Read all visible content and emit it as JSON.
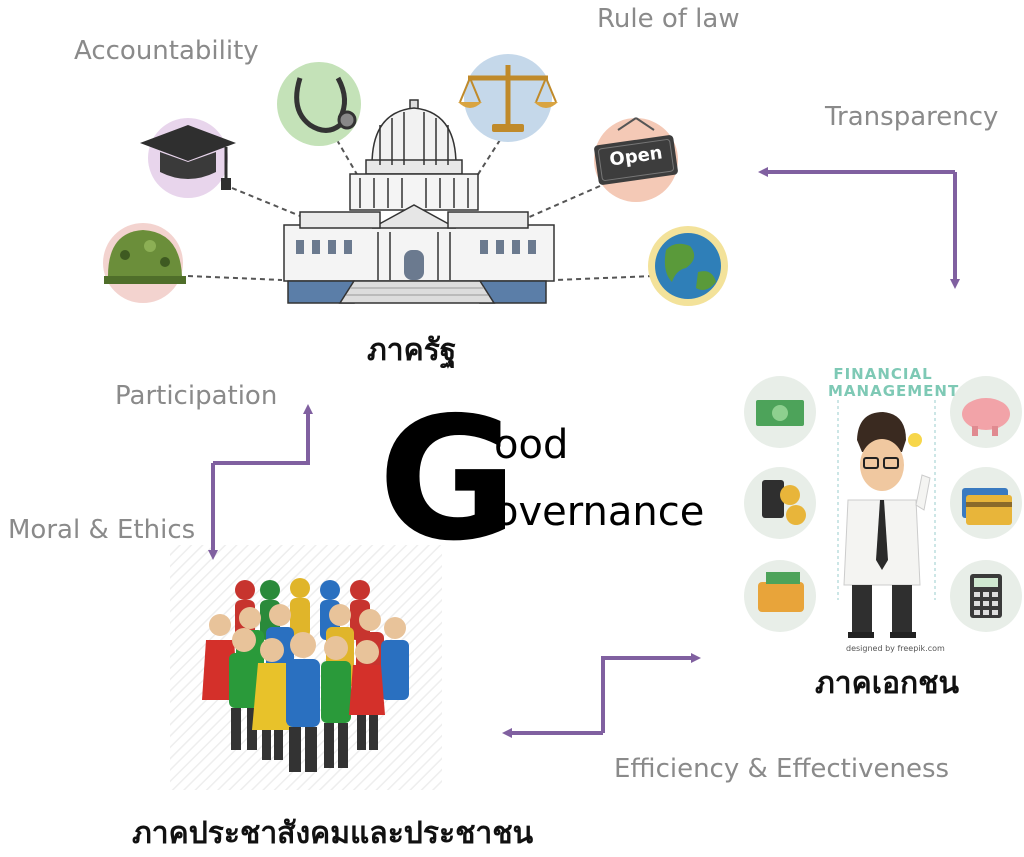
{
  "principles": {
    "accountability": "Accountability",
    "rule_of_law": "Rule of law",
    "transparency": "Transparency",
    "participation": "Participation",
    "moral_ethics": "Moral & Ethics",
    "efficiency": "Efficiency & Effectiveness"
  },
  "sectors": {
    "state": "ภาครัฐ",
    "private": "ภาคเอกชน",
    "civil": "ภาคประชาสังคมและประชาชน"
  },
  "center": {
    "big_letter": "G",
    "line1": "ood",
    "line2": "overnance"
  },
  "illustration_text": {
    "open_sign": "Open",
    "financial_title": "FINANCIAL MANAGEMENT",
    "credit": "designed by freepik.com"
  },
  "colors": {
    "arrow": "#8060a0",
    "label_gray": "#8a8a8a"
  }
}
